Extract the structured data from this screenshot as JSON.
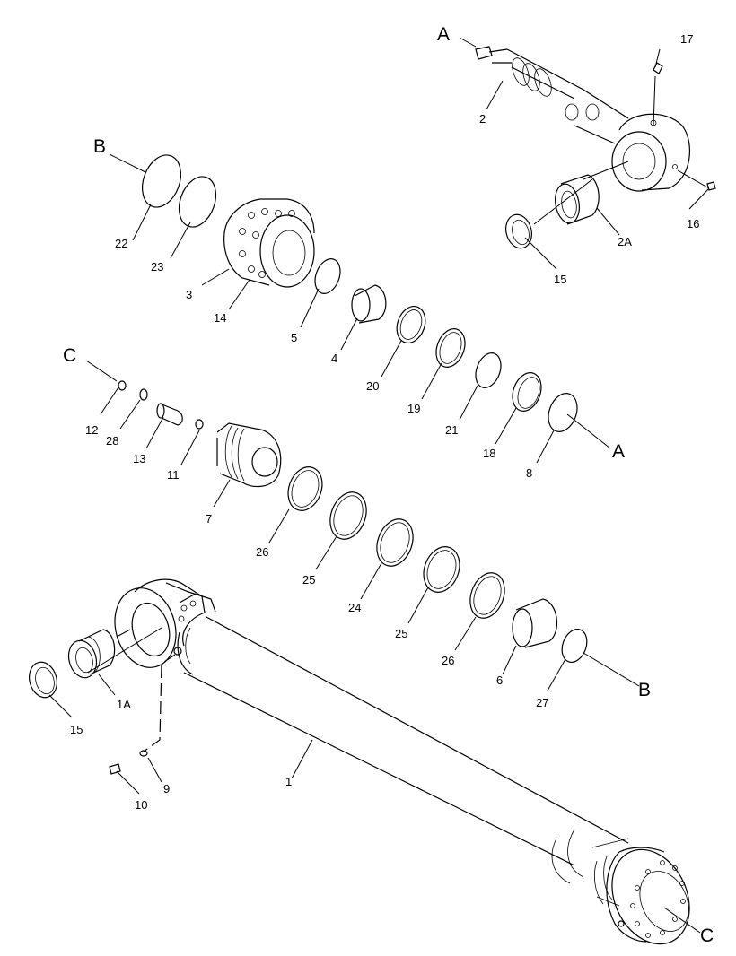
{
  "labels": {
    "p1": "1",
    "p1A": "1A",
    "p2": "2",
    "p2A": "2A",
    "p3": "3",
    "p4": "4",
    "p5": "5",
    "p6": "6",
    "p7": "7",
    "p8": "8",
    "p9": "9",
    "p10": "10",
    "p11": "11",
    "p12": "12",
    "p13": "13",
    "p14": "14",
    "p15a": "15",
    "p15b": "15",
    "p16": "16",
    "p17": "17",
    "p18": "18",
    "p19": "19",
    "p20": "20",
    "p21": "21",
    "p22": "22",
    "p23": "23",
    "p24": "24",
    "p25a": "25",
    "p25b": "25",
    "p26a": "26",
    "p26b": "26",
    "p27": "27",
    "p28": "28"
  },
  "refs": {
    "A_top": "A",
    "A_mid": "A",
    "B_top": "B",
    "B_bottom": "B",
    "C_mid": "C",
    "C_bottom": "C"
  }
}
